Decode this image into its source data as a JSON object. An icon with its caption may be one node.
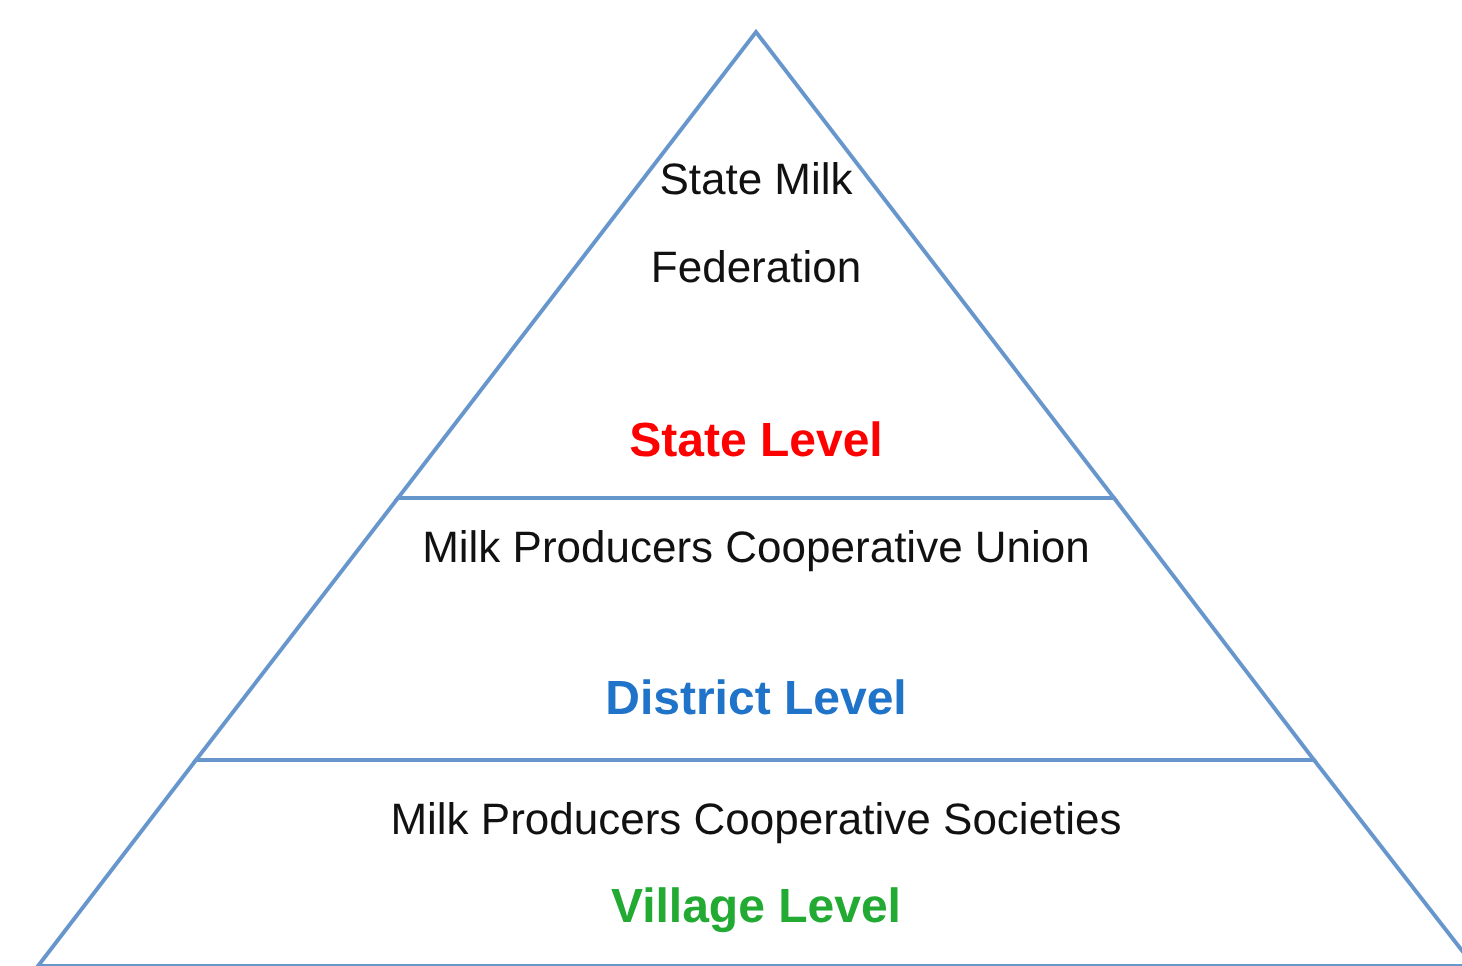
{
  "diagram": {
    "nodes": [
      {
        "text": [
          "State Milk Federation",
          "State Level"
        ]
      },
      {
        "text": [
          "Milk Producers Cooperative Union",
          "District Level"
        ]
      },
      {
        "text": [
          "Milk Producers Cooperative Societies",
          "Village Level"
        ]
      }
    ],
    "edges": []
  }
}
